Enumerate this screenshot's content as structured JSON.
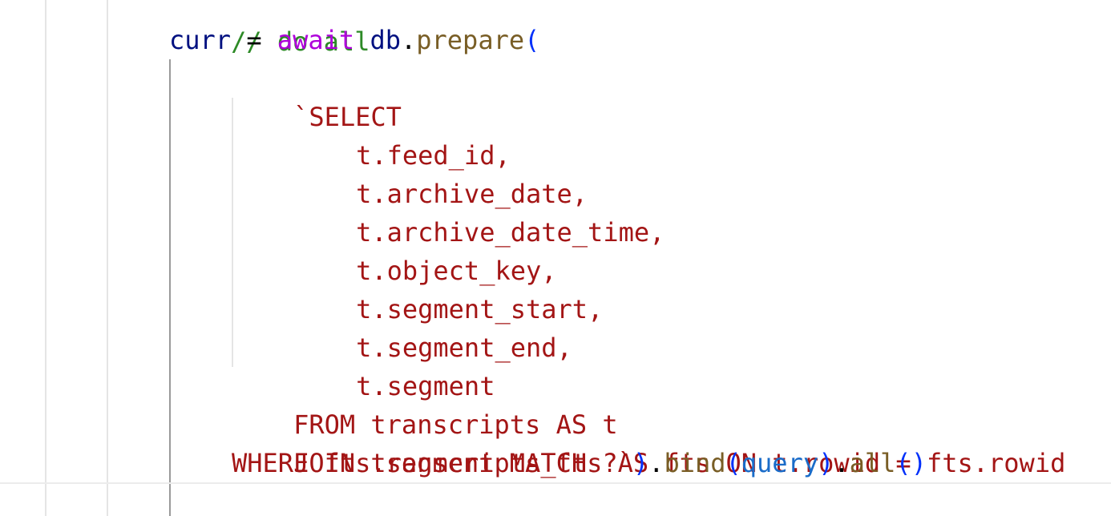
{
  "colors": {
    "comment": "#2d8a26",
    "variable": "#001080",
    "keyword": "#af00db",
    "function": "#795e26",
    "bracket": "#0431fa",
    "string": "#a31515",
    "parameter": "#1a6cc9",
    "indent_guide": "#e5e5e5",
    "active_guide": "#9a9a9a"
  },
  "code": {
    "comment": "// do all",
    "l1": {
      "var": "curr",
      "op": " = ",
      "kw": "await",
      "obj": "db",
      "dot": ".",
      "fn": "prepare",
      "paren": "("
    },
    "l2": {
      "str": "`SELECT"
    },
    "l3": {
      "str": "t.feed_id,"
    },
    "l4": {
      "str": "t.archive_date,"
    },
    "l5": {
      "str": "t.archive_date_time,"
    },
    "l6": {
      "str": "t.object_key,"
    },
    "l7": {
      "str": "t.segment_start,"
    },
    "l8": {
      "str": "t.segment_end,"
    },
    "l9": {
      "str": "t.segment"
    },
    "l10": {
      "str": "FROM transcripts AS t"
    },
    "l11": {
      "str": "JOIN transcripts_fts AS fts ON t.rowid = fts.rowid"
    },
    "l12": {
      "str": "WHERE fts.segment MATCH ?`",
      "close_paren": ")",
      "dot1": ".",
      "fn_bind": "bind",
      "open_paren1": "(",
      "param": "query",
      "close_paren1": ")",
      "dot2": ".",
      "fn_all": "all",
      "parens2": "()"
    }
  }
}
